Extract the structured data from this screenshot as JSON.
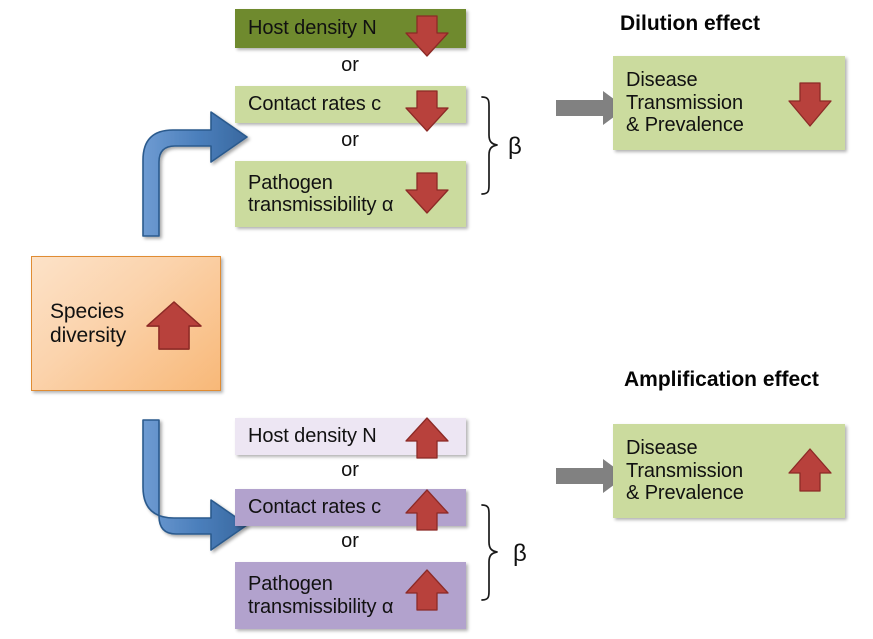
{
  "diagram": {
    "title_top": "Dilution effect",
    "title_bottom": "Amplification effect",
    "or_text": "or",
    "beta_symbol": "β",
    "colors": {
      "dark_green": "#6F8A2E",
      "light_green": "#CBDB9E",
      "pale_purple": "#EDE6F3",
      "purple": "#B2A2CD",
      "orange": "#F8B878",
      "red_arrow": "#B8413C",
      "blue_arrow": "#4A7EBB",
      "gray_arrow": "#808080"
    }
  },
  "driver": {
    "label": "Species\ndiversity",
    "trend": "up"
  },
  "top_branch": {
    "name": "dilution",
    "factors": [
      {
        "label": "Host density N",
        "trend": "down",
        "fill": "dark-green"
      },
      {
        "label": "Contact rates c",
        "trend": "down",
        "fill": "light-green"
      },
      {
        "label": "Pathogen\ntransmissibility α",
        "trend": "down",
        "fill": "light-green"
      }
    ],
    "grouped_as": "β",
    "outcome": {
      "label": "Disease\nTransmission\n& Prevalence",
      "trend": "down",
      "fill": "light-green"
    },
    "title": "Dilution effect"
  },
  "bottom_branch": {
    "name": "amplification",
    "factors": [
      {
        "label": "Host density N",
        "trend": "up",
        "fill": "pale-purple"
      },
      {
        "label": "Contact rates c",
        "trend": "up",
        "fill": "purple"
      },
      {
        "label": "Pathogen\ntransmissibility α",
        "trend": "up",
        "fill": "purple"
      }
    ],
    "grouped_as": "β",
    "outcome": {
      "label": "Disease\nTransmission\n& Prevalence",
      "trend": "up",
      "fill": "light-green"
    },
    "title": "Amplification effect"
  }
}
